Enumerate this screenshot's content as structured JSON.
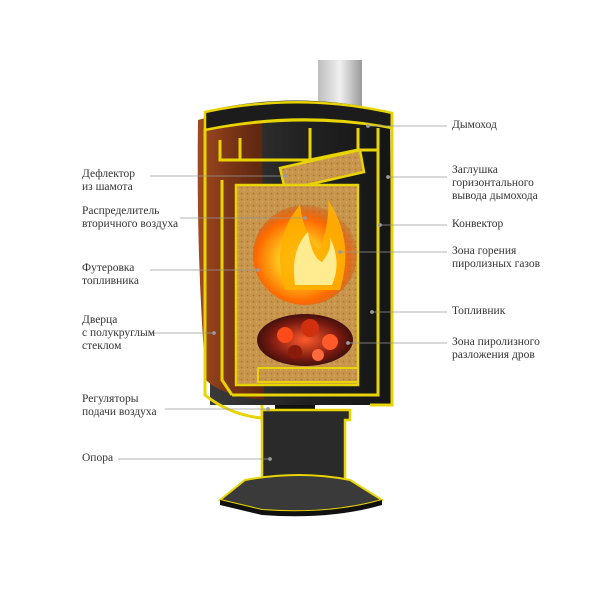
{
  "colors": {
    "background": "#ffffff",
    "stove_body": "#2b2b2b",
    "outline": "#e8d400",
    "firebrick": "#c9954a",
    "copper": "#8a3d1a",
    "fire": "#ff8a00",
    "leader_line": "#9a9a9a",
    "text": "#333333"
  },
  "labels_left": [
    {
      "id": "deflector",
      "lines": [
        "Дефлектор",
        "из шамота"
      ]
    },
    {
      "id": "secondary-air",
      "lines": [
        "Распределитель",
        "вторичного воздуха"
      ]
    },
    {
      "id": "lining",
      "lines": [
        "Футеровка",
        "топливника"
      ]
    },
    {
      "id": "door",
      "lines": [
        "Дверца",
        "с полукруглым",
        "стеклом"
      ]
    },
    {
      "id": "air-regulators",
      "lines": [
        "Регуляторы",
        "подачи воздуха"
      ]
    },
    {
      "id": "support",
      "lines": [
        "Опора"
      ]
    }
  ],
  "labels_right": [
    {
      "id": "chimney",
      "lines": [
        "Дымоход"
      ]
    },
    {
      "id": "plug",
      "lines": [
        "Заглушка",
        "горизонтального",
        "вывода  дымохода"
      ]
    },
    {
      "id": "convector",
      "lines": [
        "Конвектор"
      ]
    },
    {
      "id": "pyrolysis-gas-zone",
      "lines": [
        "Зона горения",
        "пиролизных газов"
      ]
    },
    {
      "id": "firebox",
      "lines": [
        "Топливник"
      ]
    },
    {
      "id": "pyrolysis-zone",
      "lines": [
        "Зона пиролизного",
        "разложения дров"
      ]
    }
  ]
}
